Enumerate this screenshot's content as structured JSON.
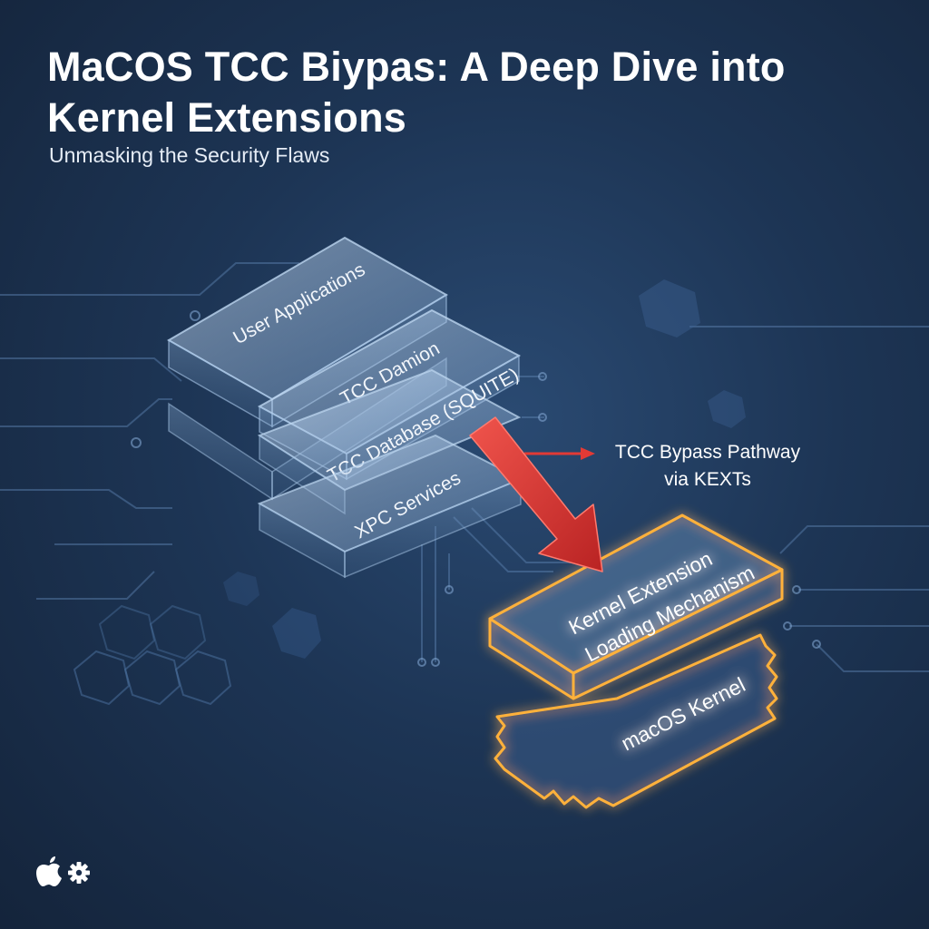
{
  "header": {
    "title": "MaCOS TCC Biypas: A Deep Dive into Kernel Extensions",
    "subtitle": "Unmasking the Security Flaws"
  },
  "stack_layers": [
    {
      "id": "user-apps",
      "label": "User Applications"
    },
    {
      "id": "tcc-daemon",
      "label": "TCC Damion"
    },
    {
      "id": "tcc-database",
      "label": "TCC Database (SQUITE)"
    },
    {
      "id": "xpc-services",
      "label": "XPC Services"
    }
  ],
  "kernel": {
    "extension_line1": "Kernel Extension",
    "extension_line2": "Loading Mechanism",
    "kernel_label": "macOS Kernel"
  },
  "callout": {
    "line1": "TCC Bypass Pathway",
    "line2": "via KEXTs"
  },
  "colors": {
    "background": "#1d3555",
    "glow": "#ffb13b",
    "arrow": "#e23a35",
    "glass": "#a9c7e8"
  },
  "icons": [
    "apple-icon",
    "gear-icon"
  ]
}
